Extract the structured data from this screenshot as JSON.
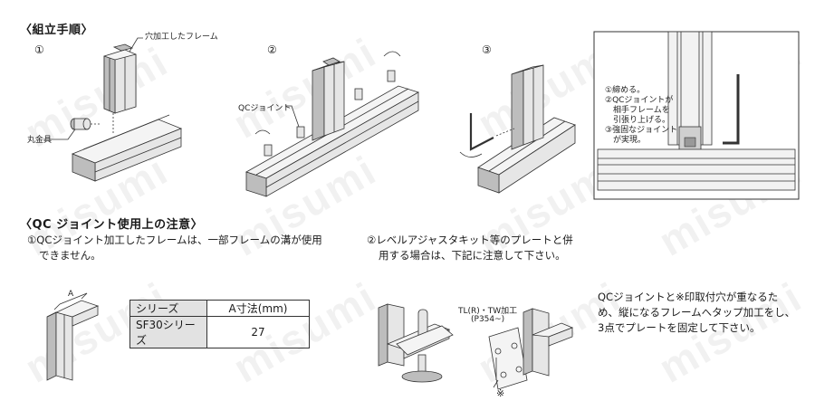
{
  "assembly": {
    "title": "〈組立手順〉",
    "steps": [
      "①",
      "②",
      "③"
    ],
    "labels": {
      "drilled_frame": "穴加工したフレーム",
      "round_tool": "丸金具",
      "qc_joint": "QCジョイント"
    },
    "detail_notes": [
      "①締める。",
      "②QCジョイントが",
      "相手フレームを",
      "引張り上げる。",
      "③強固なジョイント",
      "が実現。"
    ]
  },
  "precautions": {
    "title": "〈QC ジョイント使用上の注意〉",
    "note1": [
      "①QCジョイント加工したフレームは、一部フレームの溝が使用",
      "できません。"
    ],
    "note2": [
      "②レベルアジャスタキット等のプレートと併",
      "用する場合は、下記に注意して下さい。"
    ],
    "note3": [
      "QCジョイントと※印取付穴が重なるた",
      "め、縦になるフレームへタップ加工をし、",
      "3点でプレートを固定して下さい。"
    ],
    "dim_label": "A",
    "plate_label": "TL(R)・TW加工",
    "plate_ref": "(P354~)",
    "asterisk": "※",
    "table": {
      "headers": [
        "シリーズ",
        "A寸法(mm)"
      ],
      "rows": [
        [
          "SF30シリーズ",
          "27"
        ]
      ]
    }
  },
  "watermark": "misumi"
}
